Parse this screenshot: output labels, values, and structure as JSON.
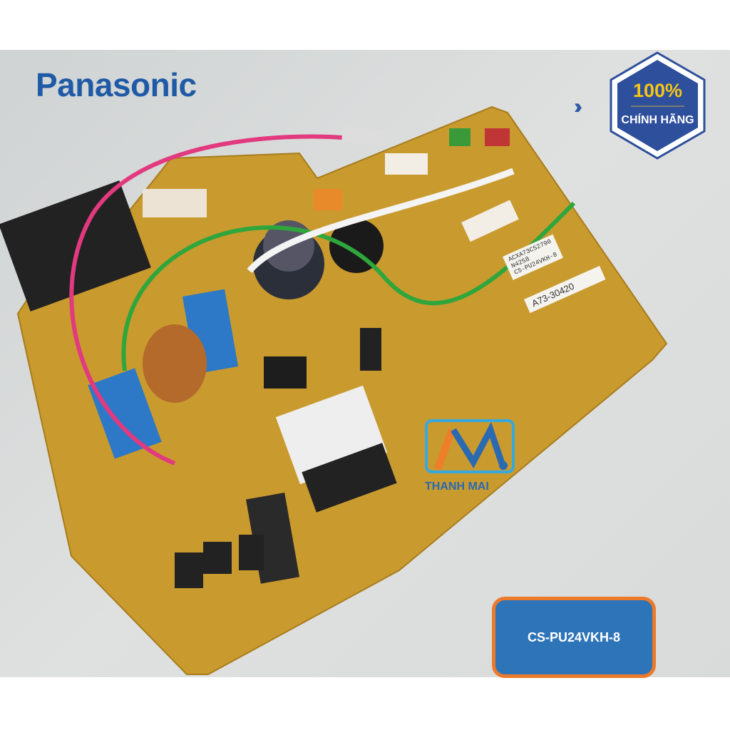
{
  "brand_logo": "Panasonic",
  "badge": {
    "percent": "100%",
    "label": "CHÍNH HÃNG",
    "color": "#2e4f9c",
    "accent": "#f5c518"
  },
  "watermark": {
    "name": "THANH MAI"
  },
  "model_box": {
    "label": "CS-PU24VKH-8",
    "fill": "#2e74b8",
    "border": "#ec7a2a"
  },
  "board_sticker": {
    "line1": "ACXA73C52790",
    "line2": "N4258",
    "line3": "CS-PU24VKH-8",
    "code": "A73-30420"
  }
}
